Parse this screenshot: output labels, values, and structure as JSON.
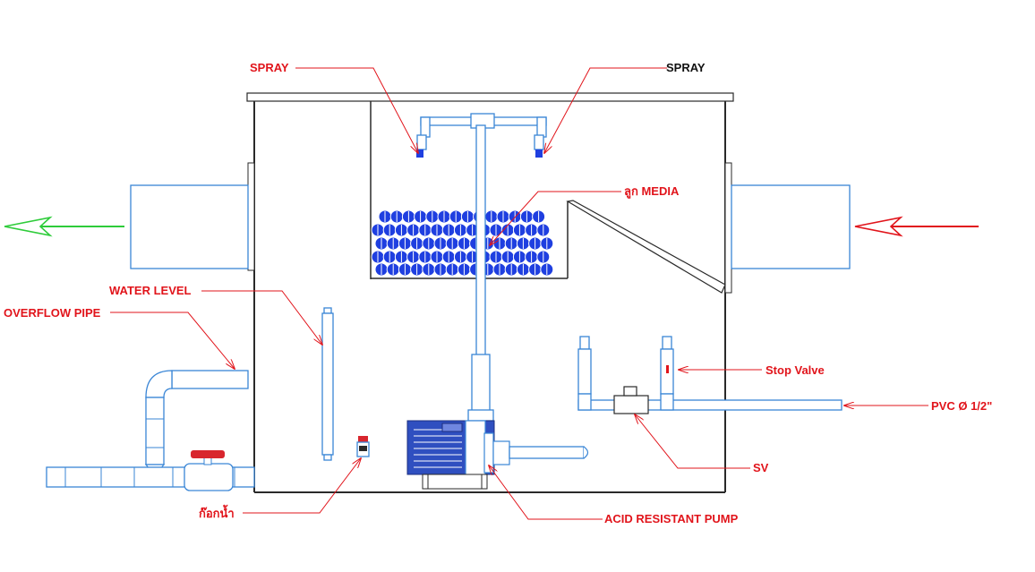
{
  "labels": {
    "spray_left": "SPRAY",
    "spray_right": "SPRAY",
    "media": "ลูก MEDIA",
    "water_level": "WATER LEVEL",
    "overflow_pipe": "OVERFLOW PIPE",
    "stop_valve": "Stop Valve",
    "pvc": "PVC Ø 1/2\"",
    "sv": "SV",
    "drain_valve": "ก๊อกน้ำ",
    "pump": "ACID RESISTANT PUMP"
  },
  "colors": {
    "pipe": "#3a86d6",
    "media": "#1f3fe0",
    "label_red": "#e1141b",
    "label_black": "#111111",
    "outlet_arrow": "#2ecc3a",
    "inlet_arrow": "#e1141b",
    "pump_motor": "#2f4fc0",
    "valve_handle": "#d8262e"
  },
  "icons": {
    "outlet": "outlet-arrow-icon",
    "inlet": "inlet-arrow-icon"
  }
}
